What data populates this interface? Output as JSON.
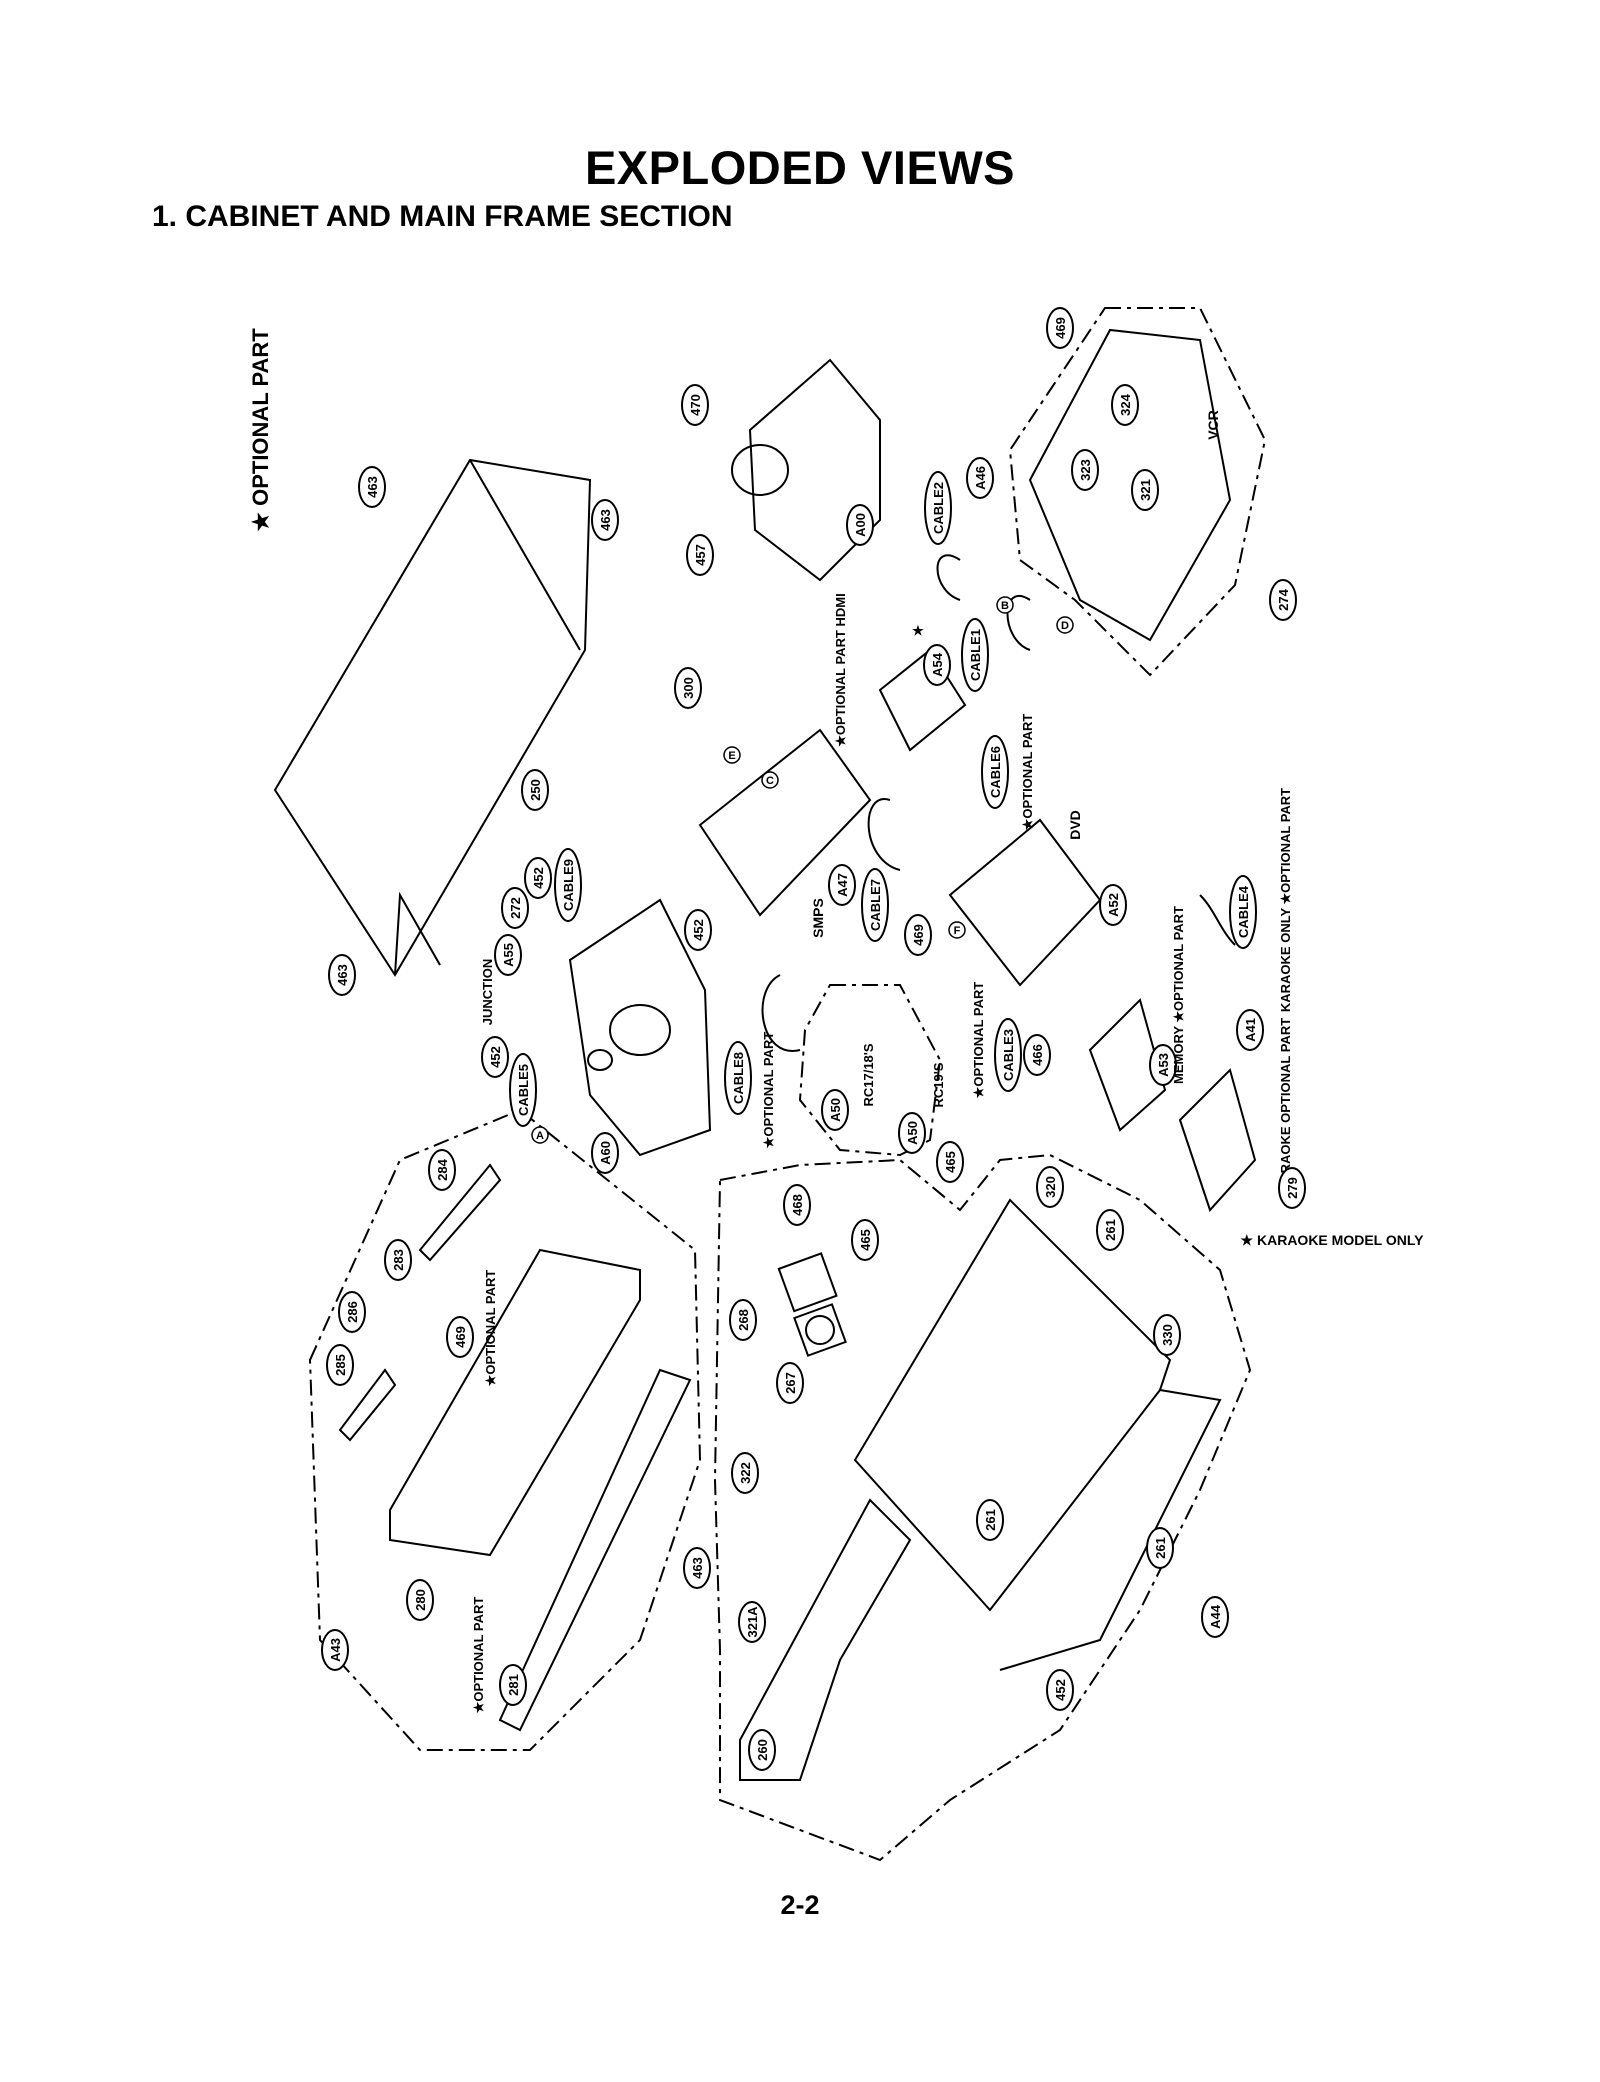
{
  "page": {
    "title": "EXPLODED VIEWS",
    "section": "1. CABINET AND MAIN FRAME SECTION",
    "page_number": "2-2"
  },
  "legend": {
    "optional_part": "★ OPTIONAL PART"
  },
  "callouts": [
    "469",
    "470",
    "457",
    "A00",
    "324",
    "323",
    "321",
    "VCR",
    "A46",
    "CABLE2",
    "274",
    "B",
    "D",
    "463",
    "463",
    "250",
    "300",
    "CABLE1",
    "A54",
    "★OPTIONAL PART HDMI",
    "★",
    "E",
    "C",
    "CABLE6",
    "★OPTIONAL PART",
    "DVD",
    "A47",
    "SMPS",
    "CABLE7",
    "452",
    "469",
    "F",
    "A52",
    "CABLE4",
    "KARAOKE ONLY ★OPTIONAL PART",
    "CABLE9",
    "452",
    "272",
    "A55",
    "JUNCTION",
    "463",
    "452",
    "CABLE5",
    "A",
    "A60",
    "CABLE8",
    "★OPTIONAL PART",
    "A50",
    "RC17/18'S",
    "RC19'S",
    "A50",
    "★OPTIONAL PART",
    "CABLE3",
    "466",
    "A53",
    "MEMORY ★OPTIONAL PART",
    "A41",
    "KARAOKE OPTIONAL PART",
    "279",
    "★ KARAOKE MODEL ONLY",
    "284",
    "283",
    "286",
    "285",
    "469",
    "★OPTIONAL PART",
    "280",
    "A43",
    "★OPTIONAL PART",
    "281",
    "465",
    "468",
    "465",
    "320",
    "261",
    "330",
    "268",
    "267",
    "322",
    "261",
    "463",
    "321A",
    "261",
    "452",
    "A44",
    "260"
  ],
  "notes": {
    "karaoke_model": "★ KARAOKE MODEL ONLY"
  }
}
